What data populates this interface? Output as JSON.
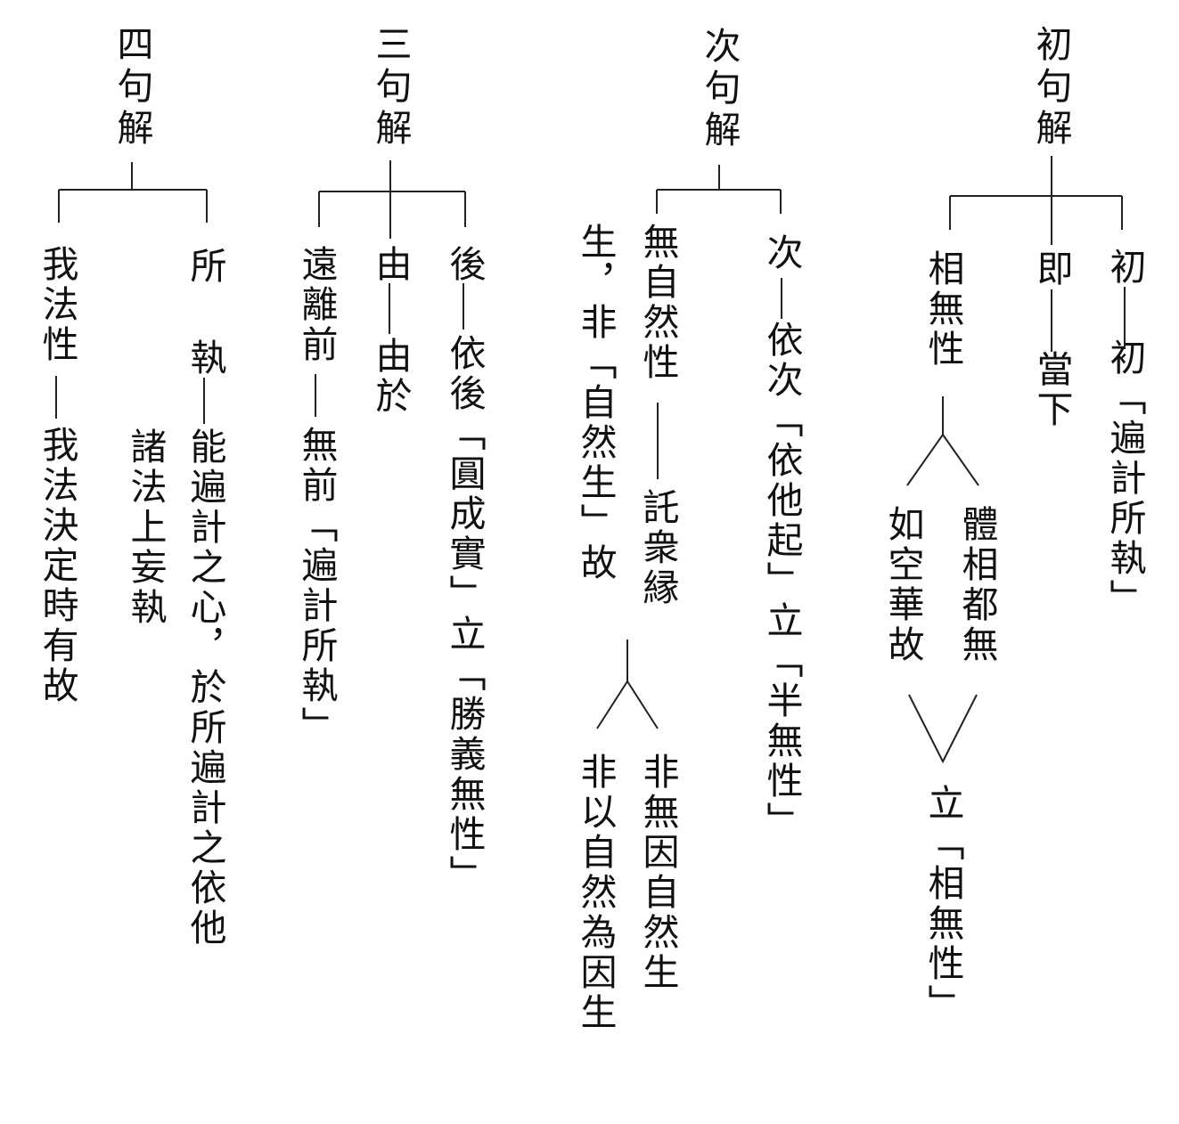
{
  "sections": {
    "first": {
      "heading": "初句解",
      "col_a_head": "初",
      "col_a_text": "初「遍計所執」",
      "col_b_head": "即",
      "col_b_text": "當下",
      "col_c_head": "相無性",
      "col_c_branch_1": "體相都無",
      "col_c_branch_2": "如空華故",
      "col_c_result": "立「相無性」"
    },
    "second": {
      "heading": "次句解",
      "col_a_head": "次",
      "col_a_text": "依次「依他起」立「半無性」",
      "col_b_head": "無自然性",
      "col_b_text": "託衆縁",
      "col_c_text": "生，非「自然生」故",
      "branch_1": "非無因自然生",
      "branch_2": "非以自然為因生"
    },
    "third": {
      "heading": "三句解",
      "col_a_head": "後",
      "col_a_text": "依後「圓成實」立「勝義無性」",
      "col_b_head": "由",
      "col_b_text": "由於",
      "col_c_head": "遠離前",
      "col_c_text": "無前「遍計所執」"
    },
    "fourth": {
      "heading": "四句解",
      "col_a_head_1": "所",
      "col_a_head_2": "執",
      "col_a_text": "能遍計之心，於所遍計之依他",
      "col_a_sub": "諸法上妄執",
      "col_b_head": "我法性",
      "col_b_text": "我法決定時有故"
    }
  }
}
